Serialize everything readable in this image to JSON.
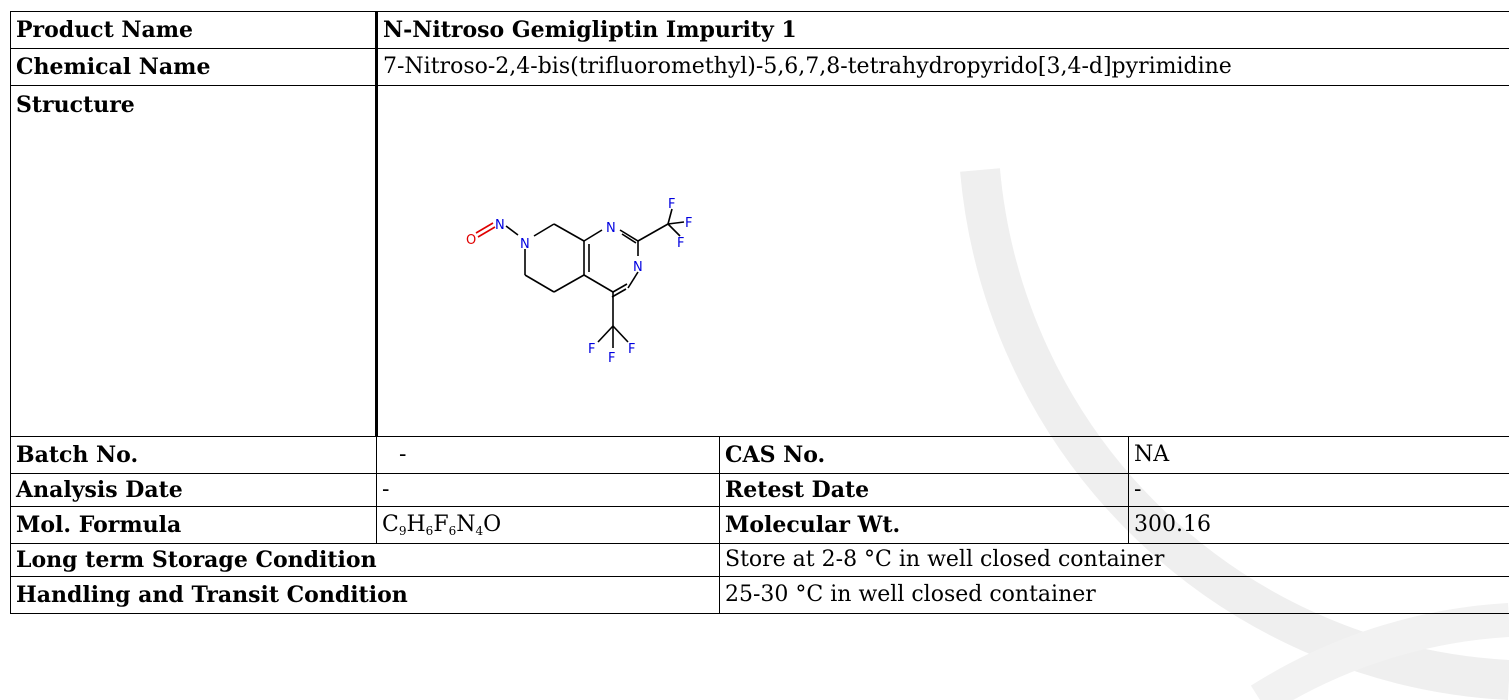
{
  "product_name": {
    "label": "Product Name",
    "value": "N-Nitroso Gemigliptin Impurity 1"
  },
  "chemical_name": {
    "label": "Chemical Name",
    "value": "7-Nitroso-2,4-bis(trifluoromethyl)-5,6,7,8-tetrahydropyrido[3,4-d]pyrimidine"
  },
  "structure": {
    "label": "Structure",
    "atoms": {
      "o": "O",
      "n_nitroso": "N",
      "n_ring": "N",
      "n1": "N",
      "n3": "N",
      "f1": "F",
      "f2": "F",
      "f3": "F",
      "f4": "F",
      "f5": "F",
      "f6": "F"
    }
  },
  "batch_no": {
    "label": "Batch No.",
    "value": "-"
  },
  "cas_no": {
    "label": "CAS No.",
    "value": "NA"
  },
  "analysis_date": {
    "label": "Analysis Date",
    "value": "-"
  },
  "retest_date": {
    "label": "Retest Date",
    "value": "-"
  },
  "mol_formula": {
    "label": "Mol. Formula",
    "parts": [
      {
        "el": "C",
        "n": "9"
      },
      {
        "el": "H",
        "n": "6"
      },
      {
        "el": "F",
        "n": "6"
      },
      {
        "el": "N",
        "n": "4"
      },
      {
        "el": "O",
        "n": ""
      }
    ]
  },
  "molecular_wt": {
    "label": "Molecular Wt.",
    "value": "300.16"
  },
  "storage": {
    "label": "Long term Storage Condition",
    "value": "Store at 2-8 °C in well closed container"
  },
  "handling": {
    "label": "Handling and Transit Condition",
    "value": "25-30 °C in well closed container"
  },
  "colors": {
    "oxygen": "#e00000",
    "nitrogen": "#0000e0",
    "fluorine": "#0000e0",
    "watermark": "#efefef"
  }
}
